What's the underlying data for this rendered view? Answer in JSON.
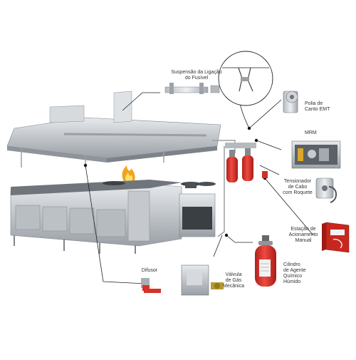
{
  "labels": {
    "fusivel": [
      "Suspensão da Ligação",
      "do Fusível"
    ],
    "polia": [
      "Polia de",
      "Canto EMT"
    ],
    "mrm": [
      "MRM"
    ],
    "tensionador": [
      "Tensionador",
      "de Cabo",
      "com Roquete"
    ],
    "estacao": [
      "Estação de",
      "Acionamento",
      "Manual"
    ],
    "cilindro": [
      "Cilindro",
      "de Agente",
      "Químico",
      "Húmido"
    ],
    "valvula": [
      "Válvula",
      "de Gás",
      "Mecânica"
    ],
    "difusor": [
      "Difusor"
    ]
  },
  "colors": {
    "steel": "#c8ccd0",
    "steel_dark": "#8d9399",
    "red": "#d8312a",
    "line": "#222222"
  }
}
